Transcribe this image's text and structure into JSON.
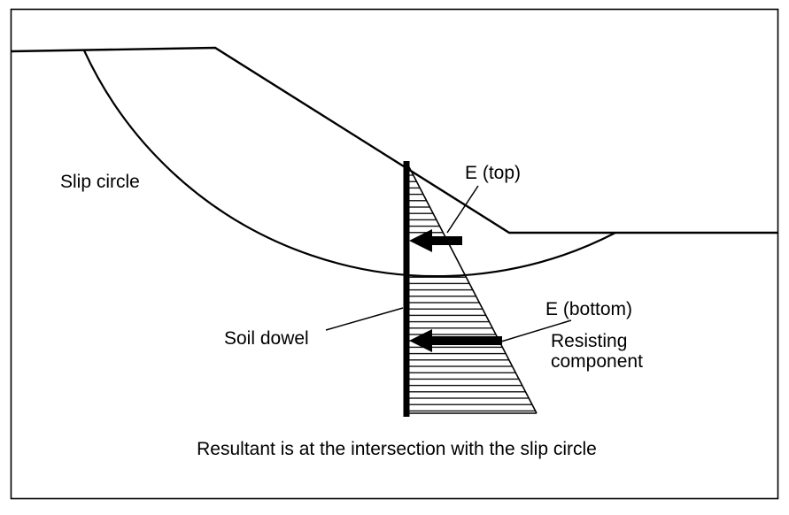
{
  "diagram": {
    "labels": {
      "slip_circle": "Slip circle",
      "e_top": "E (top)",
      "e_bottom": "E (bottom)",
      "soil_dowel": "Soil dowel",
      "resisting_line1": "Resisting",
      "resisting_line2": "component",
      "caption": "Resultant is at the intersection with the slip circle"
    },
    "colors": {
      "line": "#000000",
      "background": "#ffffff"
    }
  }
}
